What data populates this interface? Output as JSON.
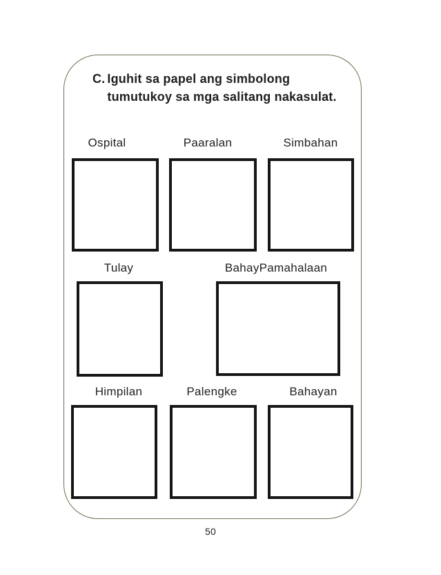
{
  "worksheet": {
    "title_prefix": "C.",
    "title_line1": "Iguhit sa papel ang simbolong",
    "title_line2": "tumutukoy sa mga salitang nakasulat.",
    "rows": [
      {
        "items": [
          {
            "label": "Ospital"
          },
          {
            "label": "Paaralan"
          },
          {
            "label": "Simbahan"
          }
        ]
      },
      {
        "items": [
          {
            "label": "Tulay"
          },
          {
            "label": "BahayPamahalaan"
          }
        ]
      },
      {
        "items": [
          {
            "label": "Himpilan"
          },
          {
            "label": "Palengke"
          },
          {
            "label": "Bahayan"
          }
        ]
      }
    ],
    "colors": {
      "frame_border": "#6f6f52",
      "box_border": "#161616",
      "text": "#1f1f1f"
    }
  },
  "page": {
    "number": "50"
  }
}
